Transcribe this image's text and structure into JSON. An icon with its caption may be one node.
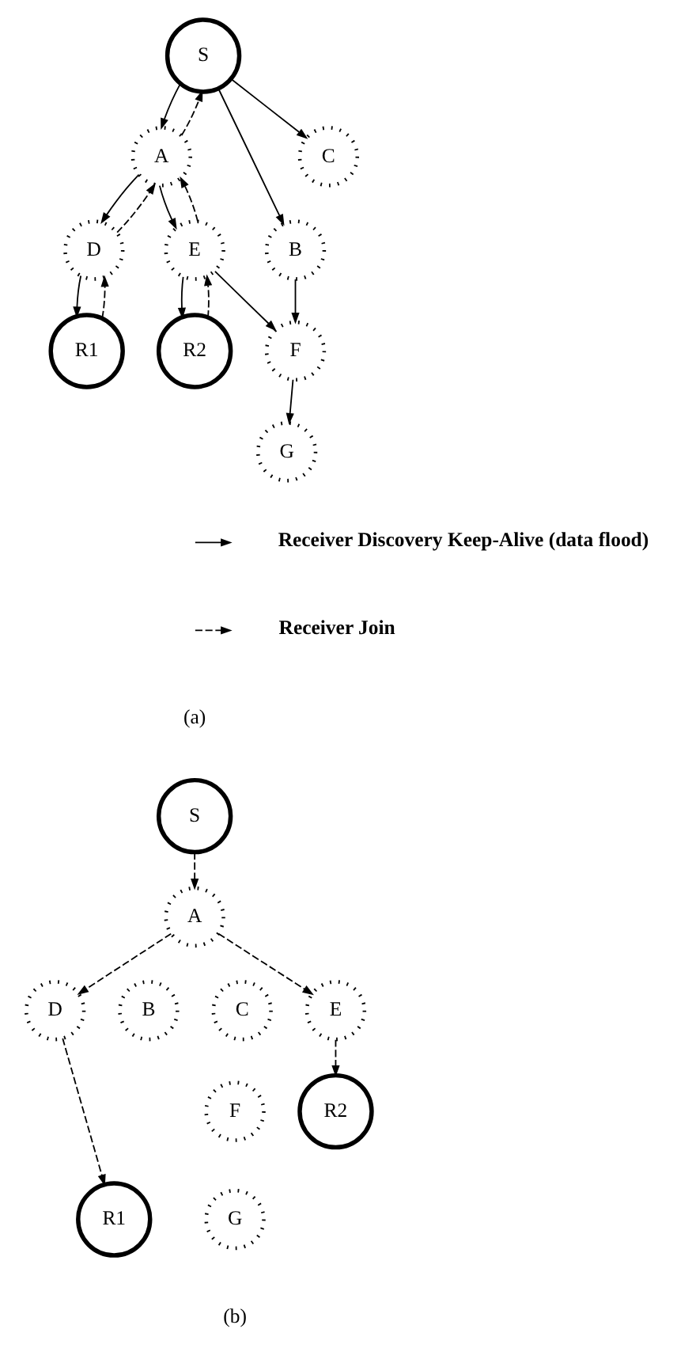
{
  "diagram": {
    "nodes": [
      {
        "text": [
          "S"
        ]
      },
      {
        "text": [
          "A"
        ]
      },
      {
        "text": [
          "B"
        ]
      },
      {
        "text": [
          "C"
        ]
      },
      {
        "text": [
          "D"
        ]
      },
      {
        "text": [
          "E"
        ]
      },
      {
        "text": [
          "F"
        ]
      },
      {
        "text": [
          "G"
        ]
      },
      {
        "text": [
          "R1"
        ]
      },
      {
        "text": [
          "R2"
        ]
      },
      {
        "text": [
          "S"
        ]
      },
      {
        "text": [
          "A"
        ]
      },
      {
        "text": [
          "B"
        ]
      },
      {
        "text": [
          "C"
        ]
      },
      {
        "text": [
          "D"
        ]
      },
      {
        "text": [
          "E"
        ]
      },
      {
        "text": [
          "F"
        ]
      },
      {
        "text": [
          "G"
        ]
      },
      {
        "text": [
          "R1"
        ]
      },
      {
        "text": [
          "R2"
        ]
      }
    ],
    "edges": [
      {
        "from": 0,
        "to": 1,
        "arrow": "to"
      },
      {
        "from": 1,
        "to": 0,
        "arrow": "to",
        "style": "dashed"
      },
      {
        "from": 0,
        "to": 2,
        "arrow": "to"
      },
      {
        "from": 0,
        "to": 3,
        "arrow": "to"
      },
      {
        "from": 1,
        "to": 4,
        "arrow": "to"
      },
      {
        "from": 4,
        "to": 1,
        "arrow": "to",
        "style": "dashed"
      },
      {
        "from": 1,
        "to": 5,
        "arrow": "to"
      },
      {
        "from": 5,
        "to": 1,
        "arrow": "to",
        "style": "dashed"
      },
      {
        "from": 2,
        "to": 6,
        "arrow": "to"
      },
      {
        "from": 5,
        "to": 6,
        "arrow": "to"
      },
      {
        "from": 6,
        "to": 7,
        "arrow": "to"
      },
      {
        "from": 4,
        "to": 8,
        "arrow": "to"
      },
      {
        "from": 8,
        "to": 4,
        "arrow": "to",
        "style": "dashed"
      },
      {
        "from": 5,
        "to": 9,
        "arrow": "to"
      },
      {
        "from": 9,
        "to": 5,
        "arrow": "to",
        "style": "dashed"
      },
      {
        "from": 10,
        "to": 11,
        "arrow": "to",
        "style": "dashed"
      },
      {
        "from": 11,
        "to": 14,
        "arrow": "to",
        "style": "dashed"
      },
      {
        "from": 11,
        "to": 15,
        "arrow": "to",
        "style": "dashed"
      },
      {
        "from": 14,
        "to": 18,
        "arrow": "to",
        "style": "dashed"
      },
      {
        "from": 15,
        "to": 19,
        "arrow": "to",
        "style": "dashed"
      }
    ],
    "labels": [
      "(a)",
      "(b)"
    ],
    "legend": [
      {
        "text": "Receiver Discovery Keep-Alive (data flood)"
      },
      {
        "text": "Receiver Join"
      }
    ]
  }
}
